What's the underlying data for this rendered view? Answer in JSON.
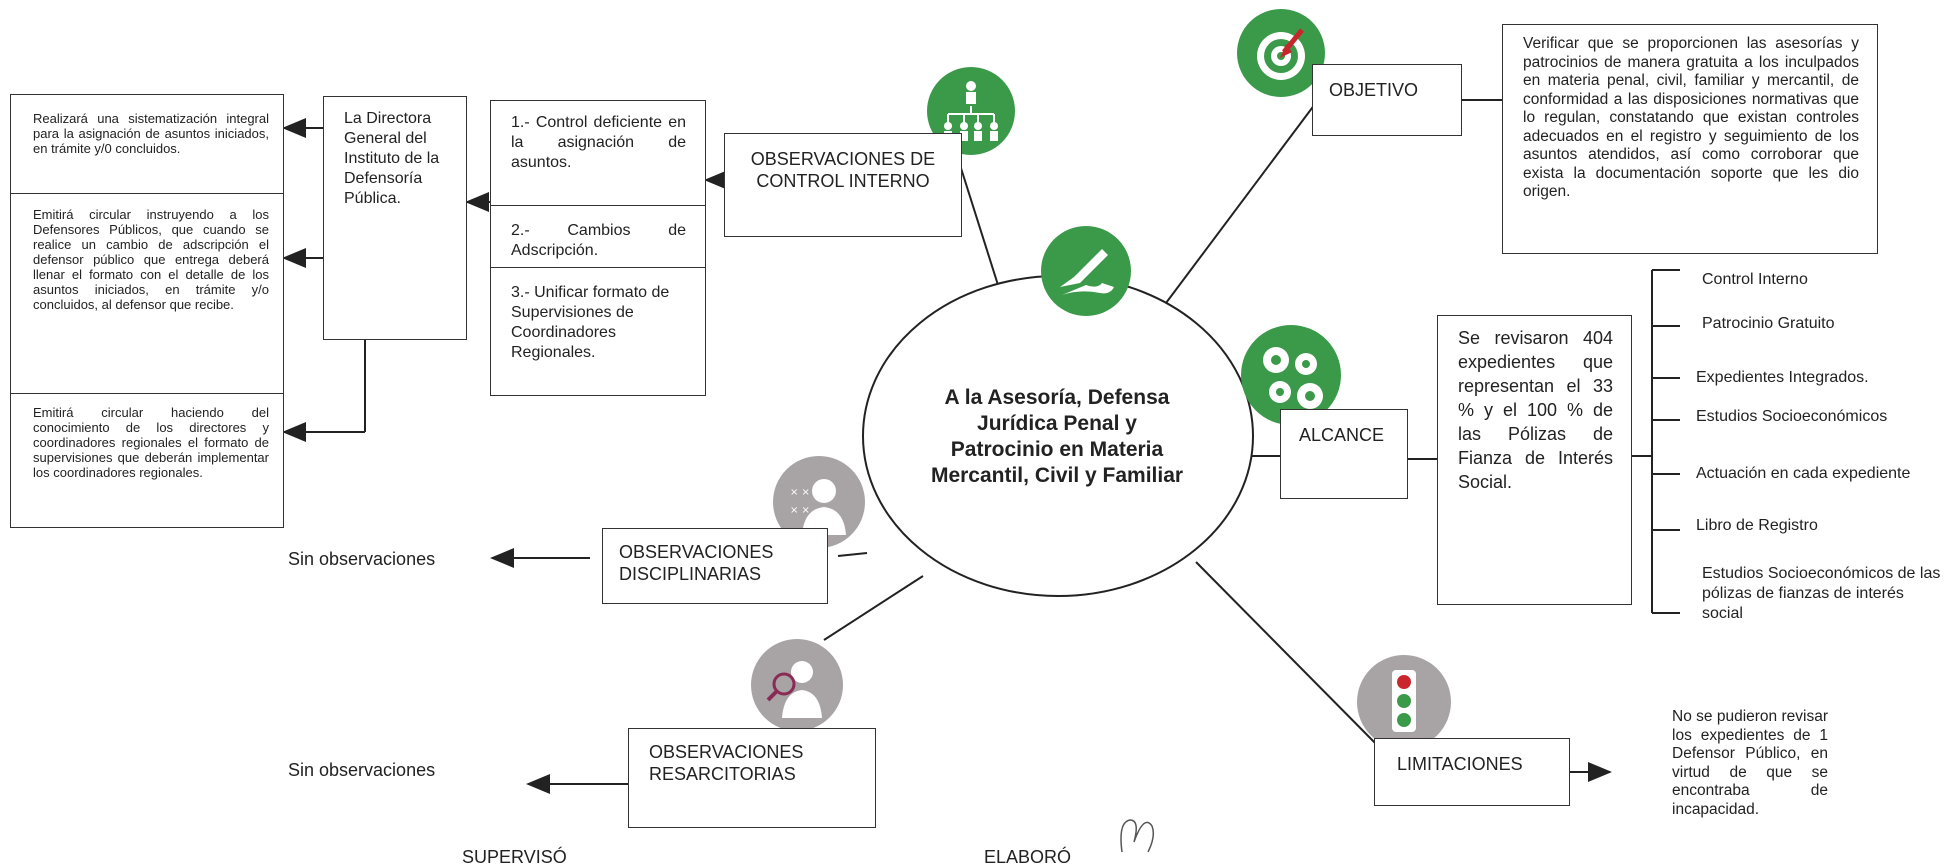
{
  "center": {
    "title": "A la Asesoría, Defensa Jurídica Penal y Patrocinio en Materia Mercantil, Civil y Familiar"
  },
  "objetivo": {
    "label": "OBJETIVO",
    "text": "Verificar que se proporcionen las asesorías y patrocinios de manera gratuita a los inculpados en materia penal, civil, familiar y mercantil, de conformidad a las disposiciones normativas que lo regulan, constatando que existan controles adecuados en el registro y seguimiento de los asuntos atendidos, así como corroborar que exista la documentación soporte que les dio origen."
  },
  "alcance": {
    "label": "ALCANCE",
    "text": "Se revisaron 404 expedientes que representan el 33 % y el 100 % de las Pólizas de Fianza de Interés Social.",
    "items": [
      "Control Interno",
      "Patrocinio Gratuito",
      "Expedientes Integrados.",
      "Estudios Socioeconómicos",
      "Actuación en cada expediente",
      "Libro de Registro",
      "Estudios Socioeconómicos de las pólizas de fianzas de interés social"
    ]
  },
  "limitaciones": {
    "label": "LIMITACIONES",
    "text": "No se pudieron revisar los expedientes de 1 Defensor Público, en virtud de que se encontraba de incapacidad."
  },
  "control_interno": {
    "label": "OBSERVACIONES DE CONTROL INTERNO",
    "observations": [
      "1.- Control deficiente en la asignación de asuntos.",
      "2.- Cambios de Adscripción.",
      "3.- Unificar formato de Supervisiones de Coordinadores Regionales."
    ],
    "responsible": "La Directora General del Instituto de la Defensoría Pública.",
    "actions": [
      "Realizará una sistematización integral para la asignación de asuntos iniciados, en trámite y/0 concluidos.",
      "Emitirá circular instruyendo a los Defensores Públicos, que cuando se realice un cambio de adscripción el defensor público que entrega deberá llenar el formato con el detalle de los asuntos iniciados, en trámite y/o concluidos, al defensor que recibe.",
      "Emitirá circular haciendo del conocimiento de los directores y coordinadores regionales el formato de supervisiones que deberán implementar los coordinadores regionales."
    ]
  },
  "disciplinarias": {
    "label": "OBSERVACIONES DISCIPLINARIAS",
    "result": "Sin observaciones"
  },
  "resarcitorias": {
    "label": "OBSERVACIONES RESARCITORIAS",
    "result": "Sin observaciones"
  },
  "footer": {
    "supervised": "SUPERVISÓ",
    "prepared": "ELABORÓ"
  },
  "colors": {
    "green": "#3a9a4a",
    "gray": "#a8a4a6",
    "line": "#222222"
  },
  "icons": {
    "control": "org-chart-icon",
    "center": "pen-hand-icon",
    "objetivo": "target-icon",
    "alcance": "gears-icon",
    "limitaciones": "traffic-light-icon",
    "disciplinarias": "person-icon",
    "resarcitorias": "magnifier-person-icon"
  }
}
